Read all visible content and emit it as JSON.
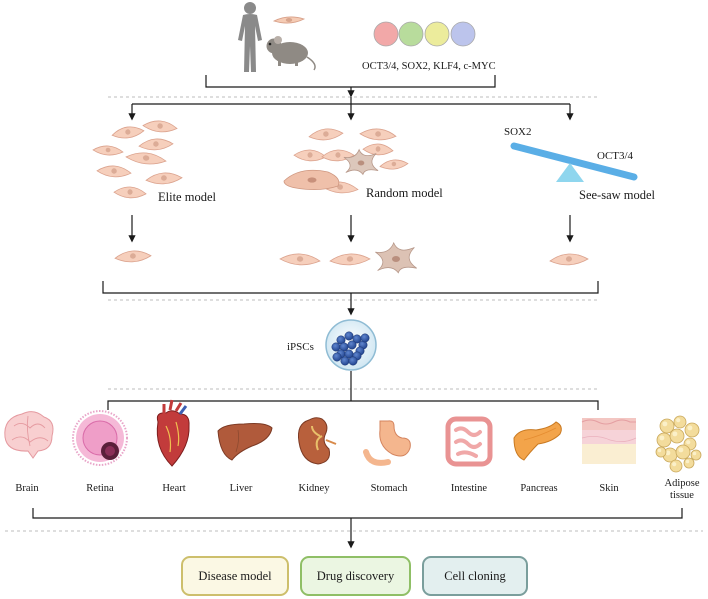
{
  "factors": {
    "label": "OCT3/4, SOX2, KLF4, c-MYC",
    "colors": [
      "#f2a8a8",
      "#b8dc9c",
      "#ecec9c",
      "#bcc4ec"
    ]
  },
  "models": [
    {
      "id": "elite",
      "label": "Elite model"
    },
    {
      "id": "random",
      "label": "Random model"
    },
    {
      "id": "seesaw",
      "label": "See-saw model"
    }
  ],
  "seesaw": {
    "left_label": "SOX2",
    "right_label": "OCT3/4",
    "beam_color": "#5aaee6",
    "fulcrum_color": "#8fd6ee"
  },
  "ipsc": {
    "label": "iPSCs"
  },
  "organs": [
    {
      "id": "brain",
      "label": "Brain",
      "icon": "brain-icon"
    },
    {
      "id": "retina",
      "label": "Retina",
      "icon": "retina-icon"
    },
    {
      "id": "heart",
      "label": "Heart",
      "icon": "heart-icon"
    },
    {
      "id": "liver",
      "label": "Liver",
      "icon": "liver-icon"
    },
    {
      "id": "kidney",
      "label": "Kidney",
      "icon": "kidney-icon"
    },
    {
      "id": "stomach",
      "label": "Stomach",
      "icon": "stomach-icon"
    },
    {
      "id": "intestine",
      "label": "Intestine",
      "icon": "intestine-icon"
    },
    {
      "id": "pancreas",
      "label": "Pancreas",
      "icon": "pancreas-icon"
    },
    {
      "id": "skin",
      "label": "Skin",
      "icon": "skin-icon"
    },
    {
      "id": "adipose",
      "label": "Adipose\ntissue",
      "icon": "adipose-icon"
    }
  ],
  "outcomes": [
    {
      "id": "disease-model",
      "label": "Disease model",
      "fill": "#fbf8e4",
      "border": "#cdbf6c"
    },
    {
      "id": "drug-discovery",
      "label": "Drug discovery",
      "fill": "#ebf6e2",
      "border": "#8fbf66"
    },
    {
      "id": "cell-cloning",
      "label": "Cell cloning",
      "fill": "#e3efef",
      "border": "#7a9e9c"
    }
  ]
}
